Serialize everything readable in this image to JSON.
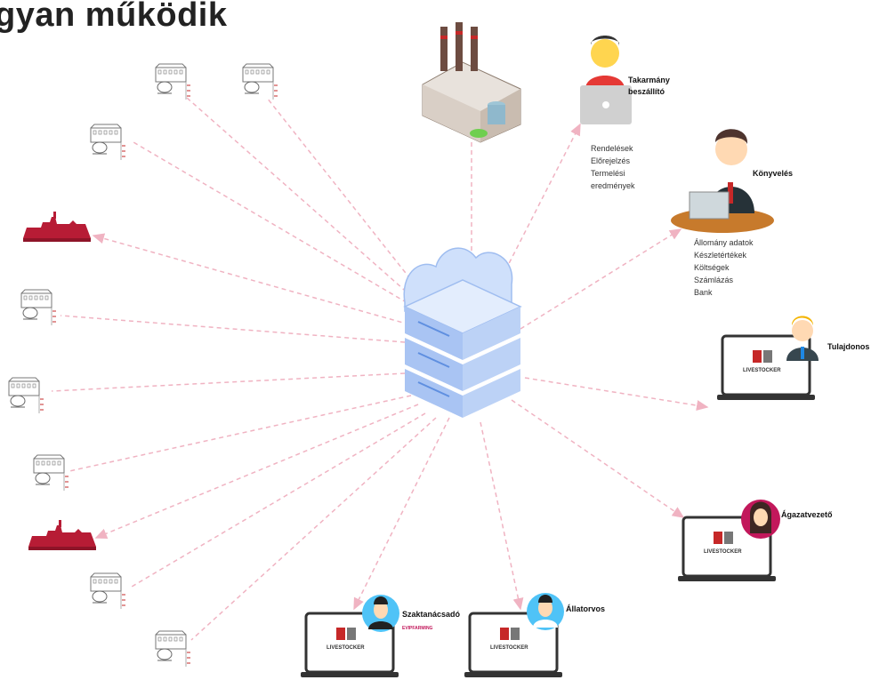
{
  "title": "gyan működik",
  "roles": {
    "feed_supplier": {
      "label_line1": "Takarmány",
      "label_line2": "beszállító",
      "items": [
        "Rendelések",
        "Előrejelzés",
        "Termelési",
        "eredmények"
      ]
    },
    "accounting": {
      "label": "Könyvelés",
      "items": [
        "Állomány adatok",
        "Készletértékek",
        "Költségek",
        "Számlázás",
        "Bank"
      ]
    },
    "owner": {
      "label": "Tulajdonos"
    },
    "sector_manager": {
      "label": "Ágazatvezető"
    },
    "consultant": {
      "label": "Szaktanácsadó",
      "sub": "EVIPFARMING"
    },
    "veterinarian": {
      "label": "Állatorvos"
    }
  },
  "brand": {
    "name": "LIVESTOCKER",
    "accent": "#c62828"
  },
  "colors": {
    "connector": "#f0b3c2",
    "cloud": "#cfe0fb",
    "server": "#a9c4f3",
    "farm_red": "#b71c35"
  }
}
